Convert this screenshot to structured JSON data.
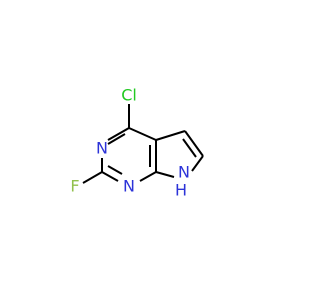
{
  "molecule": {
    "atoms": {
      "cl": {
        "label": "Cl",
        "color": "#22c922"
      },
      "f": {
        "label": "F",
        "color": "#92c04d"
      },
      "n3": {
        "label": "N",
        "color": "#2c33d8"
      },
      "n1": {
        "label": "N",
        "color": "#2c33d8"
      },
      "nh": {
        "label": "N",
        "color": "#2c33d8"
      },
      "h": {
        "label": "H",
        "color": "#2c33d8"
      }
    },
    "bond_color": "#000000"
  }
}
